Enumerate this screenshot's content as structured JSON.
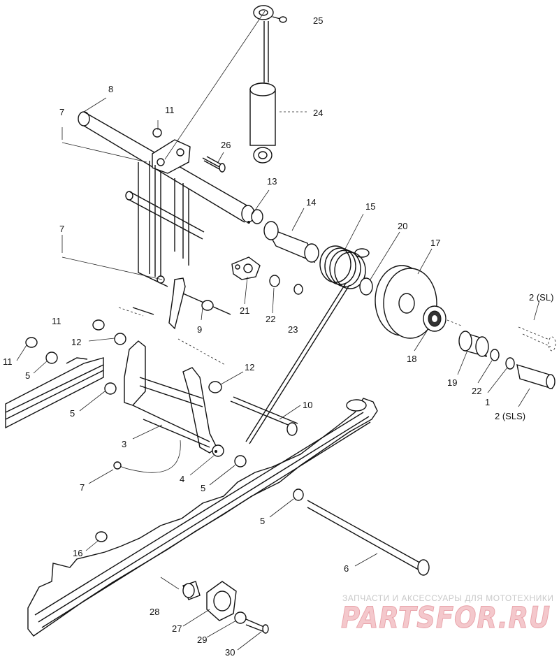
{
  "labels": {
    "p1": "1",
    "p2sl": "2 (SL)",
    "p2sls": "2 (SLS)",
    "p3": "3",
    "p4": "4",
    "p5": "5",
    "p6": "6",
    "p7": "7",
    "p8": "8",
    "p9": "9",
    "p10": "10",
    "p11": "11",
    "p12": "12",
    "p13": "13",
    "p14": "14",
    "p15": "15",
    "p16": "16",
    "p17": "17",
    "p18": "18",
    "p19": "19",
    "p20": "20",
    "p21": "21",
    "p22": "22",
    "p23": "23",
    "p24": "24",
    "p25": "25",
    "p26": "26",
    "p27": "27",
    "p28": "28",
    "p29": "29",
    "p30": "30"
  },
  "watermark": {
    "tagline": "ЗАПЧАСТИ И АКСЕССУАРЫ ДЛЯ МОТОТЕХНИКИ",
    "brand": "PARTSFOR.RU"
  },
  "colors": {
    "line": "#111111",
    "watermark_fill": "#f4c8cc",
    "watermark_stroke": "#e8a2a9"
  }
}
